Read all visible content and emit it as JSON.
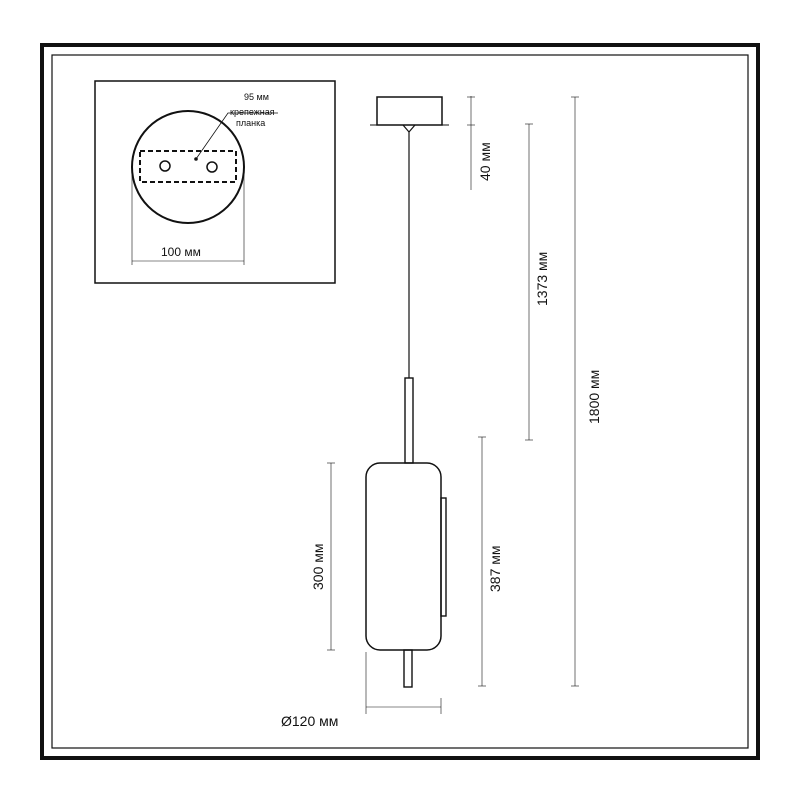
{
  "inset": {
    "bracket_width_label": "95 мм",
    "bracket_name_line1": "крепежная",
    "bracket_name_line2": "планка",
    "canopy_diameter_label": "100 мм"
  },
  "dimensions": {
    "canopy_height": "40 мм",
    "cable_length": "1373 мм",
    "total_height": "1800 мм",
    "shade_height": "300 мм",
    "body_height": "387 мм",
    "shade_diameter": "Ø120 мм"
  },
  "colors": {
    "line": "#111111",
    "frame": "#111111",
    "background": "#ffffff"
  }
}
